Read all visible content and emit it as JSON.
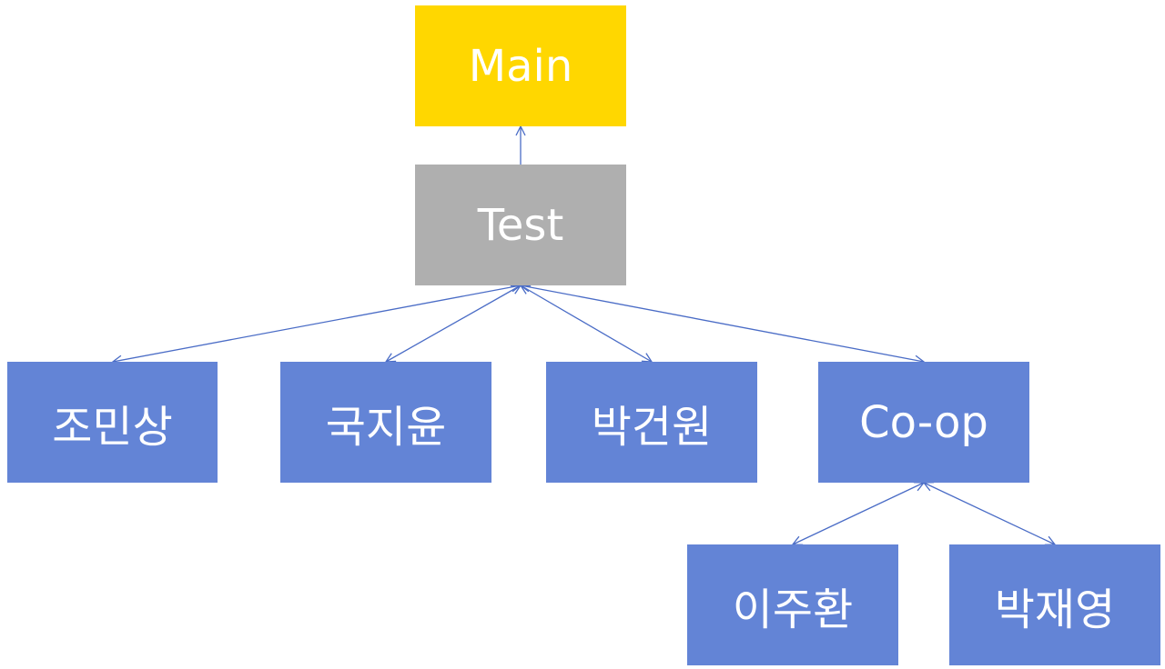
{
  "nodes": {
    "main": {
      "label": "Main",
      "color": "#ffd700"
    },
    "test": {
      "label": "Test",
      "color": "#afafaf"
    },
    "cho": {
      "label": "조민상",
      "color": "#6384d6"
    },
    "kuk": {
      "label": "국지윤",
      "color": "#6384d6"
    },
    "park": {
      "label": "박건원",
      "color": "#6384d6"
    },
    "coop": {
      "label": "Co-op",
      "color": "#6384d6"
    },
    "lee": {
      "label": "이주환",
      "color": "#6384d6"
    },
    "parkj": {
      "label": "박재영",
      "color": "#6384d6"
    }
  },
  "edges": [
    {
      "from": "test",
      "to": "main",
      "arrows": "to"
    },
    {
      "from": "test",
      "to": "cho",
      "arrows": "both"
    },
    {
      "from": "test",
      "to": "kuk",
      "arrows": "both"
    },
    {
      "from": "test",
      "to": "park",
      "arrows": "both"
    },
    {
      "from": "test",
      "to": "coop",
      "arrows": "both"
    },
    {
      "from": "coop",
      "to": "lee",
      "arrows": "both"
    },
    {
      "from": "coop",
      "to": "parkj",
      "arrows": "both"
    }
  ],
  "edge_color": "#4a6cc6"
}
